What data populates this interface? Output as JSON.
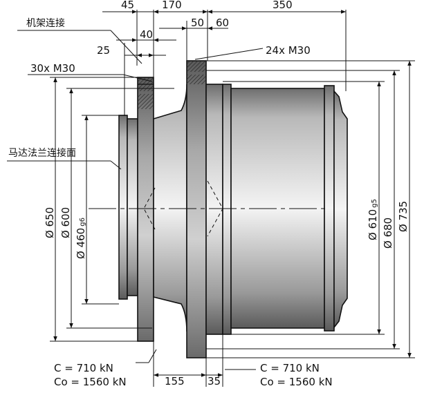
{
  "top_dims": {
    "d45": "45",
    "d170": "170",
    "d350": "350",
    "d40": "40",
    "d50": "50",
    "d60": "60",
    "d25": "25"
  },
  "labels": {
    "frame_connection": "机架连接",
    "bolts_left": "30x  M30",
    "bolts_right": "24x M30",
    "motor_flange_face": "马达法兰连接面"
  },
  "diameters": {
    "d650": "Ø 650",
    "d600": "Ø 600",
    "d460": {
      "main": "Ø 460",
      "tol": "g6"
    },
    "d610": {
      "main": "Ø 610",
      "tol": "g5"
    },
    "d680": "Ø 680",
    "d735": "Ø 735"
  },
  "bottom_dims": {
    "d155": "155",
    "d35": "35"
  },
  "loads_left": {
    "c": "C   =   710 kN",
    "co": "Co = 1560 kN"
  },
  "loads_right": {
    "c": "C   =    710 kN",
    "co": "Co = 1560 kN"
  }
}
